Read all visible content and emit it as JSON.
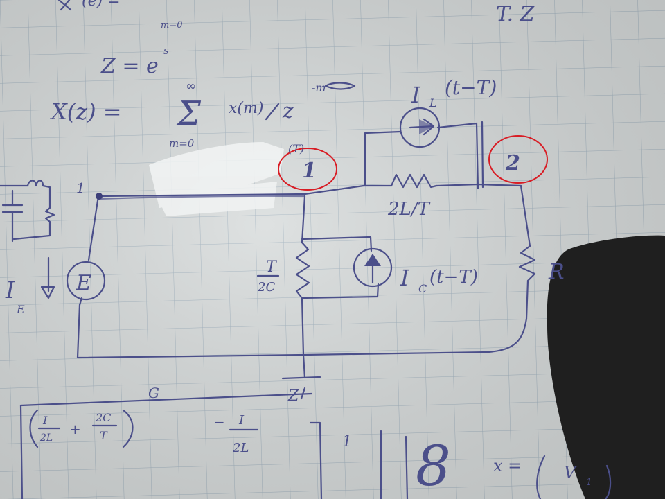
{
  "colors": {
    "paper": "#d7dbdb",
    "grid": "#9fb0bd",
    "ink": "#4b4f8a",
    "red_marker": "#d81c24",
    "shadow": "#1f1f1f"
  },
  "notes": {
    "top_right": "T. Z",
    "sum_lower_top": "m=0",
    "z_equation": "Z = e",
    "z_exponent": "s",
    "x_of_z": "X(z) =",
    "sum_symbol": "Σ",
    "sum_upper": "∞",
    "sum_lower": "m=0",
    "summand": "x(m)",
    "z_power_base": "z",
    "z_power_exp": "-m",
    "nodal_matrix_left": "( I/2L + 2C/T )",
    "matrix_frac1_num": "I",
    "matrix_frac1_den": "2L",
    "matrix_plus": "+",
    "matrix_frac2_num": "2C",
    "matrix_frac2_den": "T",
    "matrix_offdiag_sign": "−",
    "matrix_offdiag_num": "I",
    "matrix_offdiag_den": "2L",
    "matrix_entry_1": "1",
    "matrix_entry_8": "8",
    "matrix_label_g": "G",
    "x_vector": "x =",
    "x_vector_entry": "V",
    "x_vector_sub": "1"
  },
  "circuit": {
    "node1_label": "1",
    "node1_circled_label": "1",
    "node2_circled_label": "2",
    "node1_tag": "(T)",
    "left_node_label": "1",
    "source_E_label": "E",
    "source_current_label": "I",
    "source_current_sub": "E",
    "inductor_current_label": "I",
    "inductor_current_sub": "L",
    "inductor_current_arg": "(t−T)",
    "inductor_res_label": "2L/T",
    "cap_res_num": "T",
    "cap_res_den": "2C",
    "cap_current_label": "I",
    "cap_current_sub": "C",
    "cap_current_arg": "(t−T)",
    "load_label": "R",
    "ground_label": "Z"
  }
}
